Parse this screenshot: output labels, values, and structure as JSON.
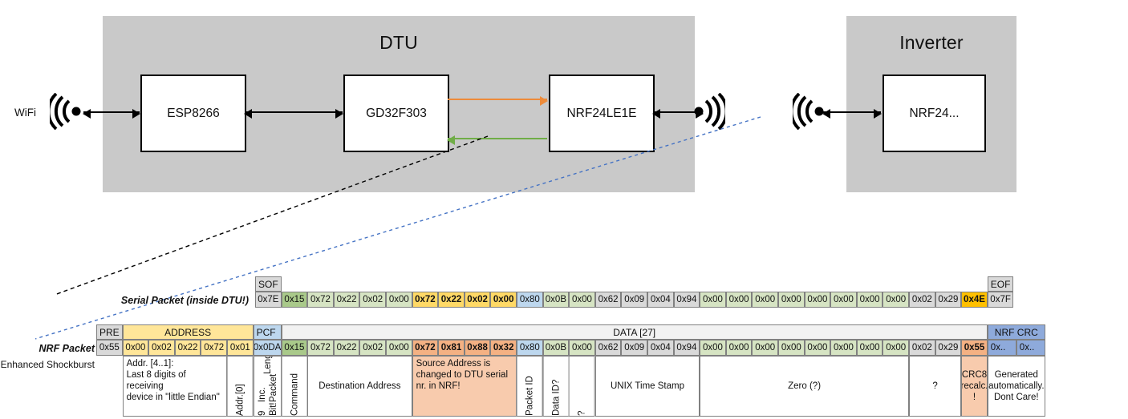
{
  "diagram": {
    "dtu": {
      "title": "DTU",
      "chips": [
        "ESP8266",
        "GD32F303",
        "NRF24LE1E"
      ]
    },
    "inverter": {
      "title": "Inverter",
      "chips": [
        "NRF24..."
      ]
    },
    "wifi_label": "WiFi",
    "colors": {
      "enclosure": "#c9c9c9",
      "chip_fill": "#ffffff",
      "arrow_tx": "#ED8B3A",
      "arrow_rx": "#70AD47",
      "connector_black": "#000000",
      "connector_blue": "#4472C4"
    }
  },
  "palette": {
    "gray": "#D9D9D9",
    "green": "#D6E4C3",
    "green_dark": "#A9C98A",
    "yellow": "#FFD966",
    "yellow_light": "#FFE699",
    "blue": "#BDD7EE",
    "blue_dark": "#8EAADB",
    "salmon": "#F8CBAD",
    "salmon_dark": "#F4B183",
    "orange": "#FFC000",
    "white": "#FFFFFF",
    "header_bg": "#F2F2F2"
  },
  "serial_packet": {
    "label": "Serial Packet (inside DTU!)",
    "headers": [
      {
        "text": "SOF",
        "color": "gray"
      },
      {
        "text": "EOF",
        "color": "gray"
      }
    ],
    "bytes": [
      {
        "v": "0x7E",
        "c": "gray"
      },
      {
        "v": "0x15",
        "c": "green_dark"
      },
      {
        "v": "0x72",
        "c": "green"
      },
      {
        "v": "0x22",
        "c": "green"
      },
      {
        "v": "0x02",
        "c": "green"
      },
      {
        "v": "0x00",
        "c": "green"
      },
      {
        "v": "0x72",
        "c": "yellow",
        "b": true
      },
      {
        "v": "0x22",
        "c": "yellow",
        "b": true
      },
      {
        "v": "0x02",
        "c": "yellow",
        "b": true
      },
      {
        "v": "0x00",
        "c": "yellow",
        "b": true
      },
      {
        "v": "0x80",
        "c": "blue"
      },
      {
        "v": "0x0B",
        "c": "green"
      },
      {
        "v": "0x00",
        "c": "green"
      },
      {
        "v": "0x62",
        "c": "gray"
      },
      {
        "v": "0x09",
        "c": "gray"
      },
      {
        "v": "0x04",
        "c": "gray"
      },
      {
        "v": "0x94",
        "c": "gray"
      },
      {
        "v": "0x00",
        "c": "green"
      },
      {
        "v": "0x00",
        "c": "green"
      },
      {
        "v": "0x00",
        "c": "green"
      },
      {
        "v": "0x00",
        "c": "green"
      },
      {
        "v": "0x00",
        "c": "green"
      },
      {
        "v": "0x00",
        "c": "green"
      },
      {
        "v": "0x00",
        "c": "green"
      },
      {
        "v": "0x00",
        "c": "green"
      },
      {
        "v": "0x02",
        "c": "gray"
      },
      {
        "v": "0x29",
        "c": "gray"
      },
      {
        "v": "0x4E",
        "c": "orange",
        "b": true
      },
      {
        "v": "0x7F",
        "c": "gray"
      }
    ]
  },
  "nrf_packet": {
    "label": "NRF Packet",
    "sublabel": "Enhanced Shockburst",
    "headers": [
      {
        "text": "PRE",
        "color": "gray"
      },
      {
        "text": "ADDRESS",
        "color": "yellow_light"
      },
      {
        "text": "PCF",
        "color": "blue"
      },
      {
        "text": "DATA [27]",
        "color": "header_bg"
      },
      {
        "text": "NRF CRC",
        "color": "blue_dark"
      }
    ],
    "bytes": [
      {
        "v": "0x55",
        "c": "gray"
      },
      {
        "v": "0x00",
        "c": "yellow_light"
      },
      {
        "v": "0x02",
        "c": "yellow_light"
      },
      {
        "v": "0x22",
        "c": "yellow_light"
      },
      {
        "v": "0x72",
        "c": "yellow_light"
      },
      {
        "v": "0x01",
        "c": "yellow_light"
      },
      {
        "v": "0x0DA",
        "c": "blue"
      },
      {
        "v": "0x15",
        "c": "green_dark"
      },
      {
        "v": "0x72",
        "c": "green"
      },
      {
        "v": "0x22",
        "c": "green"
      },
      {
        "v": "0x02",
        "c": "green"
      },
      {
        "v": "0x00",
        "c": "green"
      },
      {
        "v": "0x72",
        "c": "salmon_dark",
        "b": true
      },
      {
        "v": "0x81",
        "c": "salmon_dark",
        "b": true
      },
      {
        "v": "0x88",
        "c": "salmon_dark",
        "b": true
      },
      {
        "v": "0x32",
        "c": "salmon_dark",
        "b": true
      },
      {
        "v": "0x80",
        "c": "blue"
      },
      {
        "v": "0x0B",
        "c": "green"
      },
      {
        "v": "0x00",
        "c": "green"
      },
      {
        "v": "0x62",
        "c": "gray"
      },
      {
        "v": "0x09",
        "c": "gray"
      },
      {
        "v": "0x04",
        "c": "gray"
      },
      {
        "v": "0x94",
        "c": "gray"
      },
      {
        "v": "0x00",
        "c": "green"
      },
      {
        "v": "0x00",
        "c": "green"
      },
      {
        "v": "0x00",
        "c": "green"
      },
      {
        "v": "0x00",
        "c": "green"
      },
      {
        "v": "0x00",
        "c": "green"
      },
      {
        "v": "0x00",
        "c": "green"
      },
      {
        "v": "0x00",
        "c": "green"
      },
      {
        "v": "0x00",
        "c": "green"
      },
      {
        "v": "0x02",
        "c": "gray"
      },
      {
        "v": "0x29",
        "c": "gray"
      },
      {
        "v": "0x55",
        "c": "salmon_dark",
        "b": true
      },
      {
        "v": "0x..",
        "c": "blue_dark"
      },
      {
        "v": "0x..",
        "c": "blue_dark"
      }
    ],
    "descriptions": [
      {
        "text": "Addr. [4..1]:\nLast 8 digits of receiving\ndevice in \"little Endian\"",
        "style": "left",
        "color": "white"
      },
      {
        "text": "Addr.[0]",
        "style": "rot",
        "color": "white"
      },
      {
        "text": "9 Bit!\nInc. Packet\nLength",
        "style": "rot-multi",
        "color": "white"
      },
      {
        "text": "Command",
        "style": "rot",
        "color": "white"
      },
      {
        "text": "Destination Address",
        "style": "center",
        "color": "white"
      },
      {
        "text": "Source Address is\nchanged to DTU serial\nnr. in NRF!",
        "style": "left",
        "color": "salmon"
      },
      {
        "text": "Packet ID",
        "style": "rot",
        "color": "white"
      },
      {
        "text": "Data ID?",
        "style": "rot",
        "color": "white"
      },
      {
        "text": "?",
        "style": "rot",
        "color": "white"
      },
      {
        "text": "UNIX Time Stamp",
        "style": "center",
        "color": "white"
      },
      {
        "text": "Zero (?)",
        "style": "center",
        "color": "white"
      },
      {
        "text": "?",
        "style": "center",
        "color": "white"
      },
      {
        "text": "CRC8\nrecalc.\n!",
        "style": "center",
        "color": "salmon"
      },
      {
        "text": "Generated\nautomatically.\nDont Care!",
        "style": "center",
        "color": "white"
      }
    ]
  }
}
